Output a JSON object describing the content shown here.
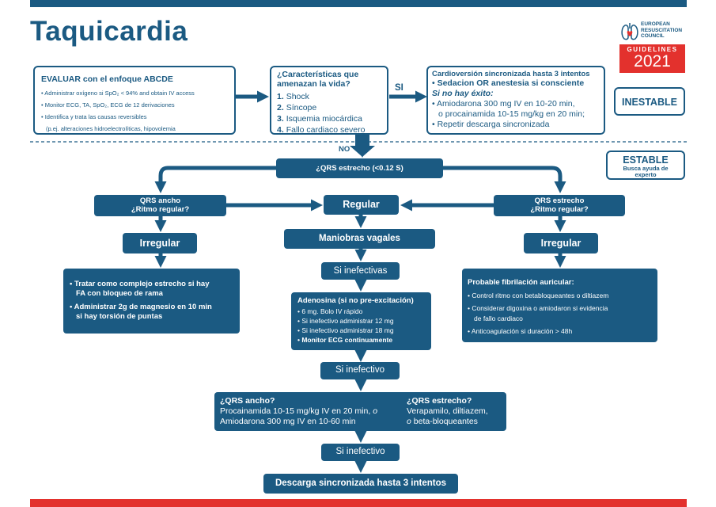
{
  "title": "Taquicardia",
  "logo": {
    "org_lines": [
      "EUROPEAN",
      "RESUSCITATION",
      "COUNCIL"
    ],
    "guidelines": "GUIDELINES",
    "year": "2021"
  },
  "assess": {
    "heading": "EVALUAR con el enfoque ABCDE",
    "items": [
      "Administrar oxígeno si SpO₂ < 94% and obtain IV access",
      "Monitor ECG, TA, SpO₂, ECG de 12 derivaciones",
      "Identifica y trata las causas reversibles",
      "(p.ej. alteraciones hidroelectrolíticas, hipovolemia"
    ]
  },
  "threat": {
    "heading_line1": "¿Características que",
    "heading_line2": "amenazan la vida?",
    "items": [
      "Shock",
      "Síncope",
      "Isquemia miocárdica",
      "Fallo cardiaco severo"
    ],
    "numbers": [
      "1.",
      "2.",
      "3.",
      "4."
    ]
  },
  "yes_label": "SI",
  "no_label": "NO",
  "cardioversion": {
    "heading": "Cardioversión sincronizada hasta 3 intentos",
    "item1": "Sedacion OR anestesia si consciente",
    "if_fail": "Si no hay éxito:",
    "item2_line1": "Amiodarona 300 mg IV en 10-20 min,",
    "item2_line2": "o procainamida 10-15 mg/kg en 20 min;",
    "item3": "Repetir descarga sincronizada"
  },
  "unstable_label": "INESTABLE",
  "stable": {
    "label": "ESTABLE",
    "sub_line1": "Busca ayuda de",
    "sub_line2": "experto"
  },
  "qrs_narrow_q": "¿QRS estrecho (<0.12 S)",
  "wide_branch": {
    "line1": "QRS ancho",
    "line2": "¿Ritmo regular?"
  },
  "narrow_branch": {
    "line1": "QRS estrecho",
    "line2": "¿Ritmo regular?"
  },
  "regular_label": "Regular",
  "irregular_left": "Irregular",
  "irregular_right": "Irregular",
  "vagal_label": "Maniobras vagales",
  "ineffective1": "Si inefectivas",
  "wide_irregular": {
    "item1_line1": "Tratar como complejo estrecho si hay",
    "item1_line2": "FA con bloqueo de rama",
    "item2_line1": "Administrar 2g de magnesio en 10 min",
    "item2_line2": "si hay torsión de puntas"
  },
  "adenosine": {
    "heading": "Adenosina (si no pre-excitación)",
    "items": [
      "6 mg. Bolo IV rápido",
      "Si inefectivo administrar 12 mg",
      "Si inefectivo administrar 18 mg"
    ],
    "last": "Monitor ECG continuamente"
  },
  "af": {
    "heading": "Probable fibrilación auricular:",
    "item1": "Control ritmo con betabloqueantes o diltiazem",
    "item2_line1": "Considerar digoxina o  amiodaron si evidencia",
    "item2_line2": "de fallo cardiaco",
    "item3": "Anticoagulación si duración > 48h"
  },
  "ineffective2": "Si inefectivo",
  "drugs": {
    "wide_q": "¿QRS ancho?",
    "wide_line1": "Procainamida 10-15 mg/kg IV en 20 min,",
    "wide_or": "o",
    "wide_line2": "Amiodarona 300 mg  IV en 10-60 min",
    "narrow_q": "¿QRS estrecho?",
    "narrow_line1": "Verapamilo, diltiazem,",
    "narrow_or": "o",
    "narrow_line2": "beta-bloqueantes"
  },
  "ineffective3": "Si inefectivo",
  "final_shock": "Descarga sincronizada hasta 3 intentos",
  "colors": {
    "primary": "#1b5a82",
    "accent_red": "#e3312d",
    "white": "#ffffff"
  }
}
